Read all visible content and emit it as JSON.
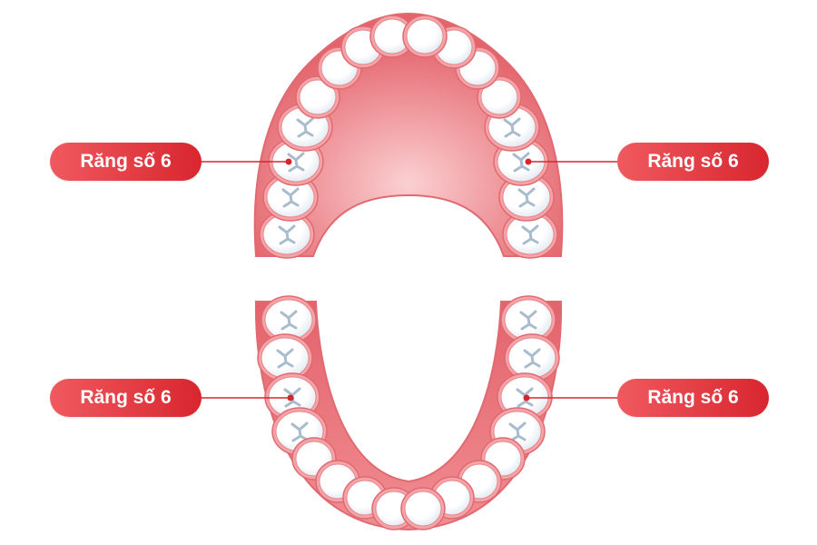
{
  "labels": {
    "upper_left": "Răng số 6",
    "upper_right": "Răng số 6",
    "lower_left": "Răng số 6",
    "lower_right": "Răng số 6"
  },
  "colors": {
    "gum": "#e8737a",
    "gum_light": "#f9c3c5",
    "tooth": "#ffffff",
    "tooth_outline": "#e06a72",
    "fissure": "#9fb4c8",
    "label_bg": "#dc2f36",
    "marker": "#d8262f"
  }
}
